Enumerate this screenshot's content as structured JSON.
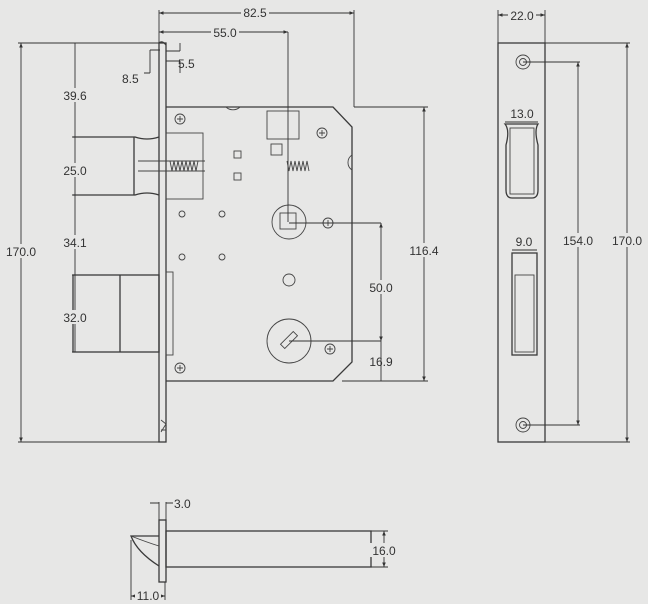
{
  "title": "Mortise lock dimension drawing",
  "front_view": {
    "dims": {
      "overall_width": "82.5",
      "backset": "55.0",
      "lip_width": "5.5",
      "lip_height": "8.5",
      "top_to_latch": "39.6",
      "latch_height": "25.0",
      "latch_to_deadbolt": "34.1",
      "deadbolt_height": "32.0",
      "overall_height": "170.0",
      "case_height": "116.4",
      "spindle_to_cylinder": "50.0",
      "cylinder_to_bottom": "16.9"
    }
  },
  "side_view": {
    "dims": {
      "faceplate_width": "22.0",
      "latch_slot_width": "13.0",
      "deadbolt_slot_width": "9.0",
      "hole_spacing": "154.0",
      "faceplate_height": "170.0"
    }
  },
  "bolt_view": {
    "dims": {
      "plate_thickness": "3.0",
      "bolt_thickness": "16.0",
      "bevel_length": "11.0"
    }
  }
}
